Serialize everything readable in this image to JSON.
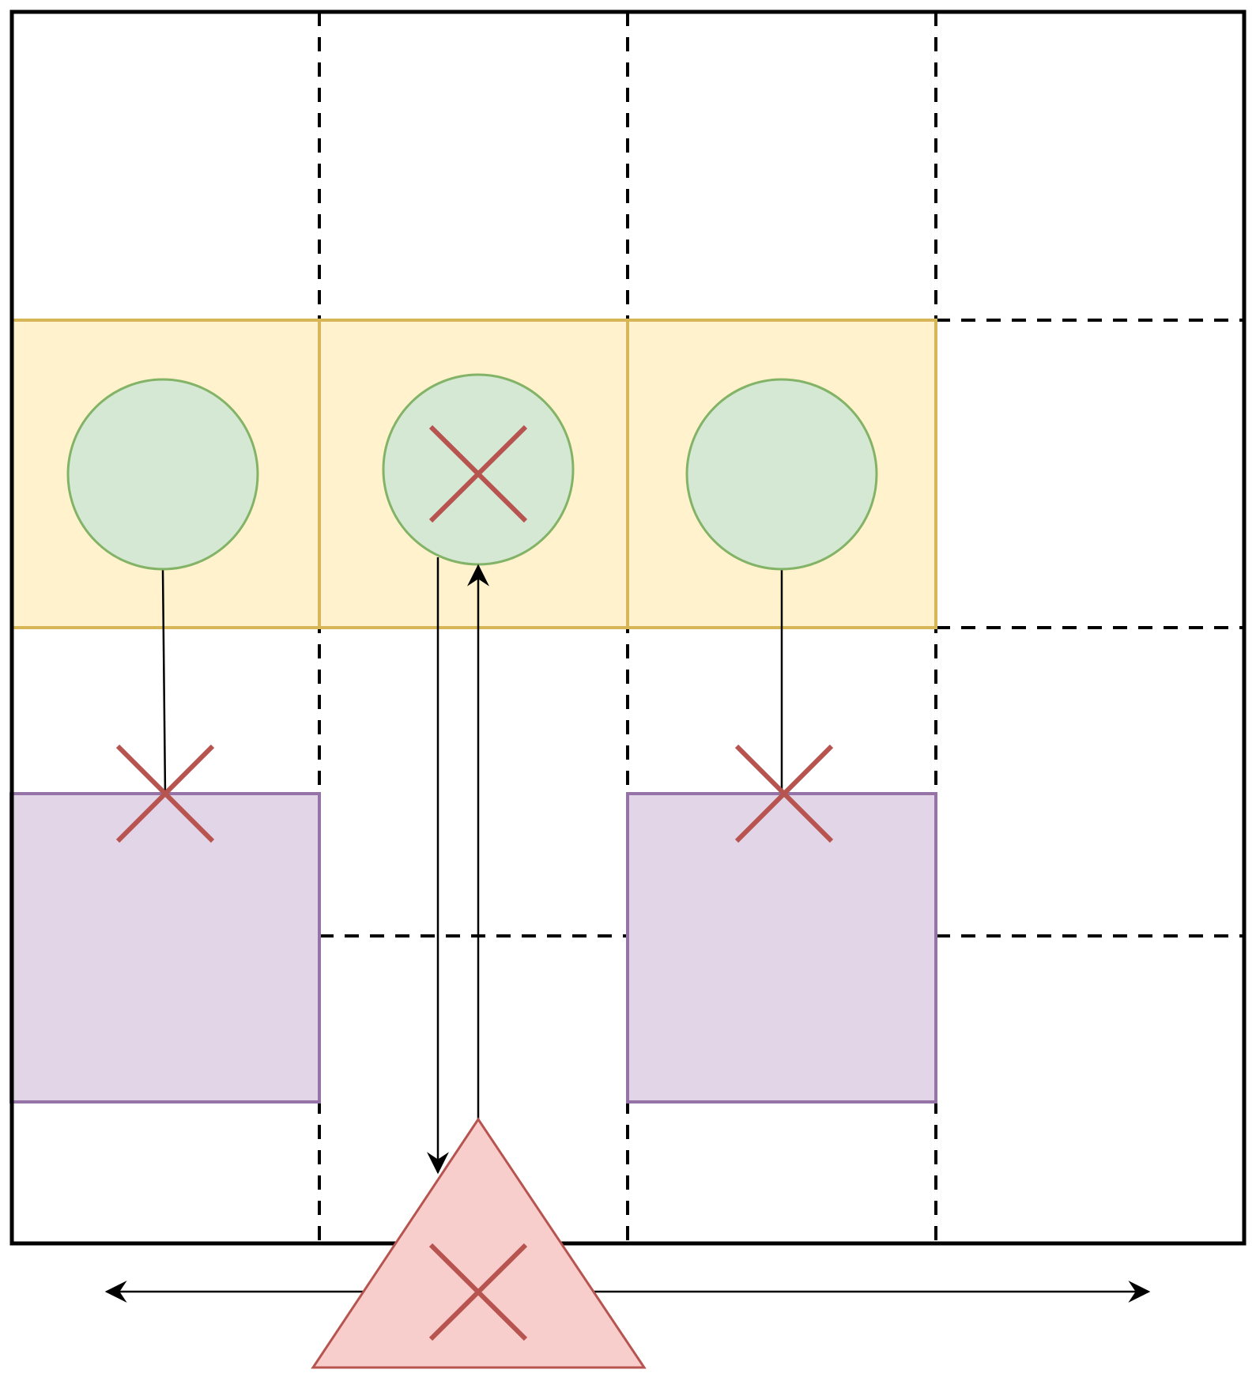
{
  "diagram": {
    "grid": {
      "columns": 4,
      "rows": 4
    },
    "colors": {
      "grid_border": "#000000",
      "highlight_row_fill": "#fff2cc",
      "highlight_row_stroke": "#d6b656",
      "circle_fill": "#d5e8d4",
      "circle_stroke": "#82b366",
      "square_fill": "#e1d5e7",
      "square_stroke": "#9673a6",
      "triangle_fill": "#f8cecc",
      "triangle_stroke": "#b85450",
      "cross": "#b85450",
      "arrow": "#000000"
    },
    "nodes": [
      {
        "id": "circle-col-1",
        "shape": "circle",
        "crossed": false
      },
      {
        "id": "circle-col-2",
        "shape": "circle",
        "crossed": true
      },
      {
        "id": "circle-col-3",
        "shape": "circle",
        "crossed": false
      },
      {
        "id": "square-col-1",
        "shape": "square",
        "crossed_top": true
      },
      {
        "id": "square-col-3",
        "shape": "square",
        "crossed_top": true
      },
      {
        "id": "triangle-bottom",
        "shape": "triangle",
        "crossed": true
      }
    ],
    "connections": [
      {
        "from": "circle-col-1",
        "to": "square-col-1",
        "arrow": "none"
      },
      {
        "from": "circle-col-3",
        "to": "square-col-3",
        "arrow": "none"
      },
      {
        "from": "circle-col-2",
        "to": "triangle-bottom",
        "arrow": "end"
      },
      {
        "from": "triangle-bottom",
        "to": "circle-col-2",
        "arrow": "end"
      }
    ],
    "movement_arrow": {
      "directions": [
        "left",
        "right"
      ]
    }
  }
}
